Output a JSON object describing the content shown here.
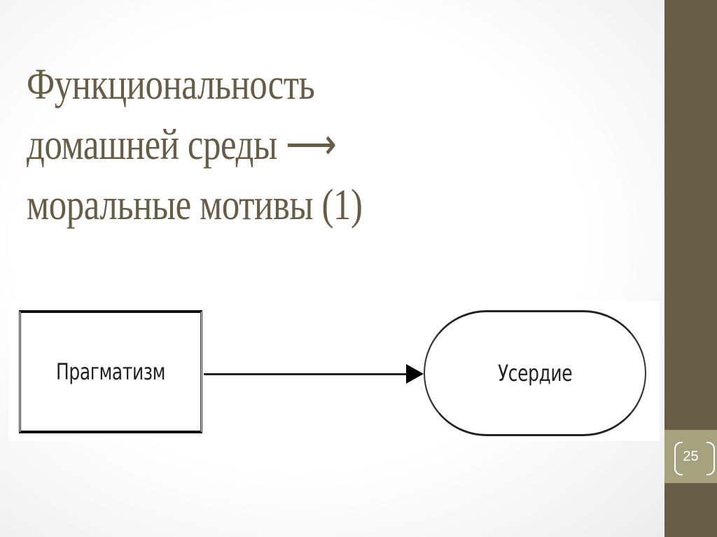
{
  "slide": {
    "title_lines": [
      "Функциональность",
      "домашней среды ⟶",
      "моральные мотивы (1)"
    ],
    "page_number": "25"
  },
  "diagram": {
    "nodes": [
      {
        "id": "source",
        "shape": "rectangle",
        "label": "Прагматизм"
      },
      {
        "id": "target",
        "shape": "rounded-pill",
        "label": "Усердие"
      }
    ],
    "edges": [
      {
        "from": "source",
        "to": "target",
        "type": "arrow"
      }
    ]
  },
  "colors": {
    "title": "#675d46",
    "side_bar": "#675d46",
    "page_box": "#a6a27d",
    "page_text": "#ffffff",
    "diagram_stroke": "#222222"
  }
}
